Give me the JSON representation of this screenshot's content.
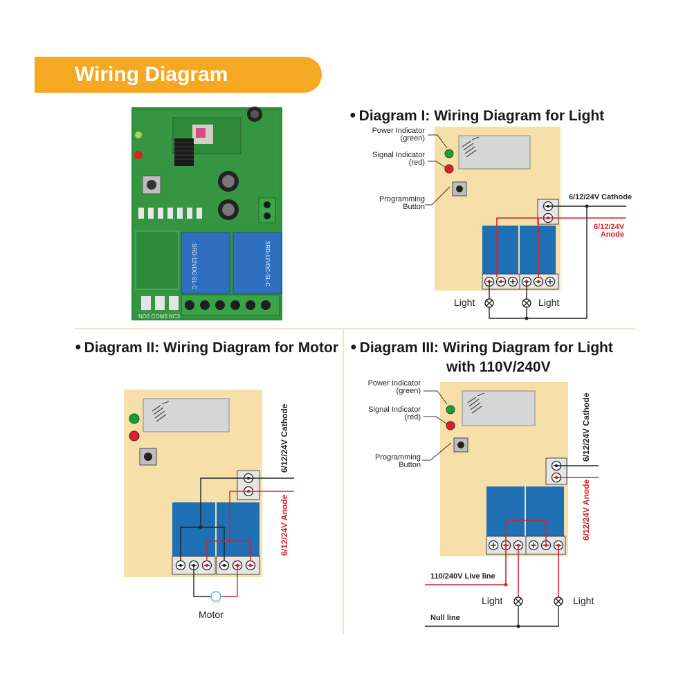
{
  "banner": {
    "title": "Wiring Diagram"
  },
  "diagram1": {
    "heading": "Diagram I: Wiring Diagram for Light",
    "power_indicator": "Power Indicator",
    "power_color": "(green)",
    "signal_indicator": "Signal  Indicator",
    "signal_color": "(red)",
    "prog_line1": "Programming",
    "prog_line2": "Button",
    "cathode": "6/12/24V Cathode",
    "anode_line1": "6/12/24V",
    "anode_line2": "Anode",
    "light_left": "Light",
    "light_right": "Light"
  },
  "diagram2": {
    "heading": "Diagram II: Wiring Diagram for Motor",
    "cathode": "6/12/24V Cathode",
    "anode": "6/12/24V Anode",
    "motor": "Motor"
  },
  "diagram3": {
    "heading_line1": "Diagram III: Wiring Diagram for Light",
    "heading_line2": "with 110V/240V",
    "power_indicator": "Power Indicator",
    "power_color": "(green)",
    "signal_indicator": "Signal  Indicator",
    "signal_color": "(red)",
    "prog_line1": "Programming",
    "prog_line2": "Button",
    "cathode": "6/12/24V Cathode",
    "anode": "6/12/24V Anode",
    "live_line": "110/240V Live line",
    "null_line": "Null line",
    "light_left": "Light",
    "light_right": "Light"
  },
  "pcb_photo": {
    "relay1_text": "SRD-12VDC-SL-C",
    "relay2_text": "SRD-12VDC-SL-C",
    "terminal_text": "NO3 COM3 NC3"
  },
  "colors": {
    "banner": "#f7a823",
    "board": "#f7dfaa",
    "relay": "#1e6fb3",
    "wire_red": "#d7222b",
    "led_green": "#1e9c3a",
    "led_red": "#d7222b",
    "pcb_green": "#2e8f3c"
  }
}
